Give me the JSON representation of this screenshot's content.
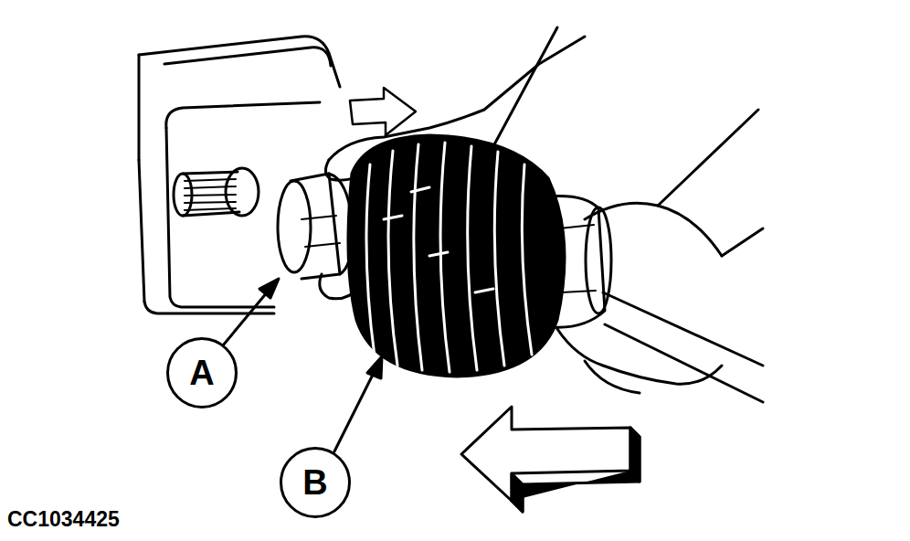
{
  "diagram": {
    "nodes": [
      {
        "text": [
          "A"
        ]
      },
      {
        "text": [
          "B"
        ]
      }
    ],
    "labels": [
      "CC1034425"
    ]
  }
}
